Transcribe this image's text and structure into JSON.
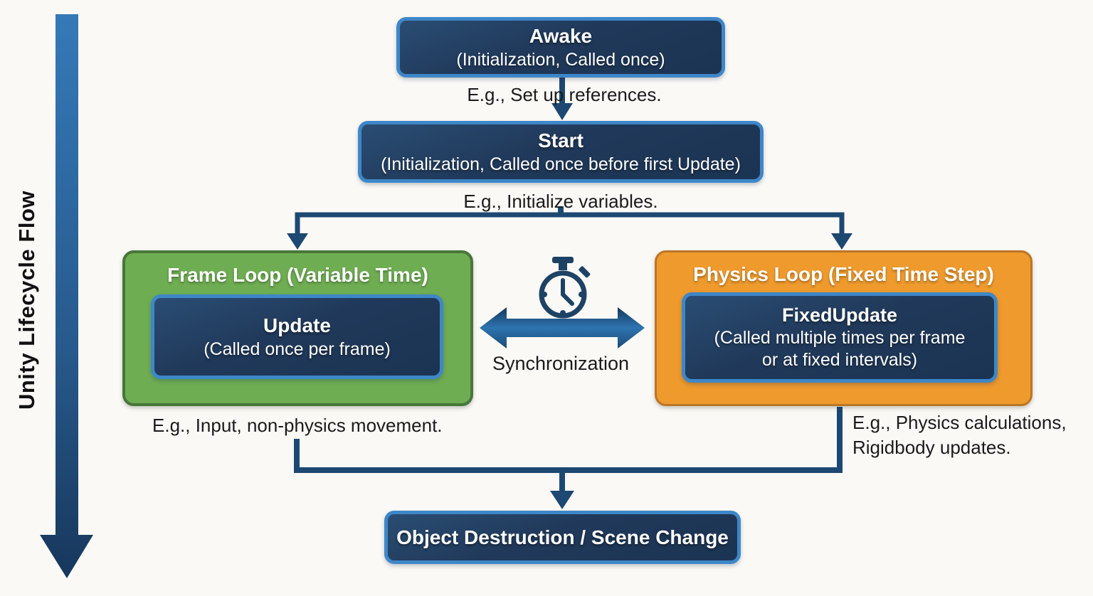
{
  "diagram": {
    "flow_label": "Unity Lifecycle Flow",
    "colors": {
      "background": "#fbf9f6",
      "navy_box_fill": "#20395a",
      "navy_box_border": "#3e87c8",
      "green_fill": "#6fad53",
      "green_border": "#48763a",
      "orange_fill": "#ee9a2d",
      "orange_border": "#bc7526",
      "connector": "#1d4872",
      "note_text": "#1b1b1b",
      "box_text": "#ffffff"
    },
    "nodes": {
      "awake": {
        "title": "Awake",
        "subtitle": "(Initialization, Called once)"
      },
      "awake_note": "E.g., Set up references.",
      "start": {
        "title": "Start",
        "subtitle": "(Initialization, Called once before first Update)"
      },
      "start_note": "E.g., Initialize variables.",
      "frame_loop": {
        "title": "Frame Loop (Variable Time)",
        "update_title": "Update",
        "update_subtitle": "(Called once per frame)"
      },
      "frame_note": "E.g., Input, non-physics movement.",
      "physics_loop": {
        "title": "Physics Loop (Fixed Time Step)",
        "fixedupdate_title": "FixedUpdate",
        "fixedupdate_subtitle_line1": "(Called multiple times per frame",
        "fixedupdate_subtitle_line2": "or at fixed intervals)"
      },
      "physics_note_line1": "E.g., Physics calculations,",
      "physics_note_line2": "Rigidbody updates.",
      "sync_label": "Synchronization",
      "destruction": {
        "title": "Object Destruction / Scene Change"
      }
    }
  }
}
